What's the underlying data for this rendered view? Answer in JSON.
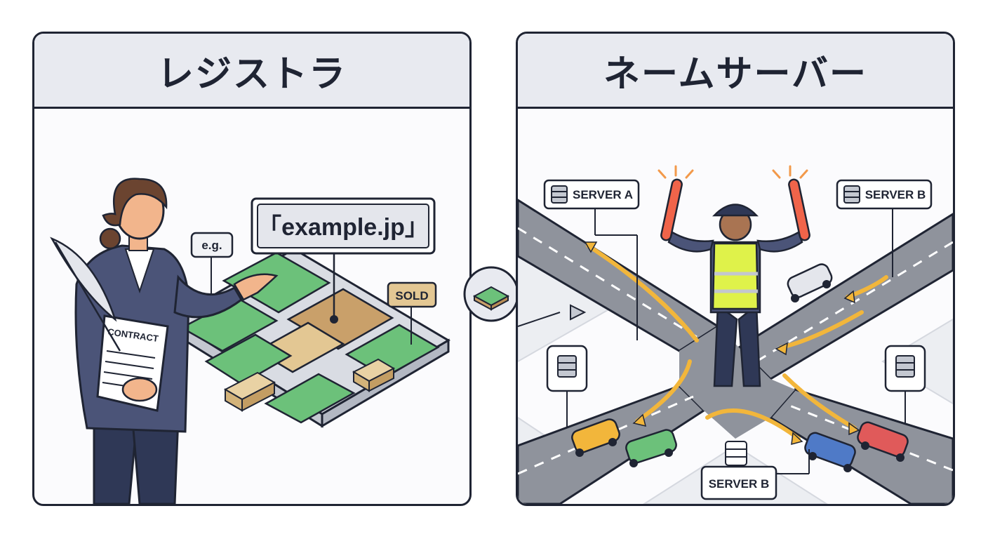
{
  "panels": {
    "left": {
      "title": "レジストラ",
      "domain_sign": "「example.jp」",
      "example_tag": "e.g.",
      "sold_tag": "SOLD",
      "contract_label": "CONTRACT"
    },
    "right": {
      "title": "ネームサーバー",
      "server_a": "SERVER A",
      "server_b_top": "SERVER B",
      "server_b_bottom": "SERVER B"
    }
  },
  "colors": {
    "outline": "#1f2433",
    "header_bg": "#e8eaf0",
    "land_green": "#6cc17a",
    "land_brown": "#c9a06a",
    "land_tan": "#e3c793",
    "road": "#8f939c",
    "arrow_orange": "#f2b63b",
    "suit": "#4b5478",
    "vest": "#dff24a",
    "baton": "#f0644a"
  },
  "icons": {
    "quill": "quill-icon",
    "server": "server-rack-icon",
    "land_parcel": "land-parcel-icon"
  }
}
